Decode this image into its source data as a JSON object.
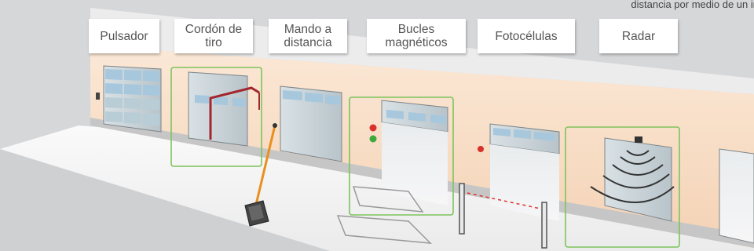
{
  "caption": "distancia por medio de un in",
  "labels": [
    "Pulsador",
    "Cordón de\ntiro",
    "Mando a\ndistancia",
    "Bucles\nmagnéticos",
    "Fotocélulas",
    "Radar"
  ],
  "colors": {
    "background": "#d6d7d9",
    "floor": "#f2f2f3",
    "wall": "#f7dcc4",
    "door_frame": "#8a9196",
    "door_panel": "#c9d3d8",
    "window": "#9fc2da",
    "highlight_frame": "#7dc45c",
    "pull_cord": "#a3262e",
    "remote_line": "#e8901f",
    "indicator_red": "#d8312b",
    "indicator_green": "#3fa83a",
    "photocell_beam": "#e0342c"
  },
  "icons": [
    "push-button-icon",
    "pull-cord-icon",
    "remote-control-icon",
    "traffic-light-icon",
    "photocell-icon",
    "radar-sensor-icon"
  ]
}
